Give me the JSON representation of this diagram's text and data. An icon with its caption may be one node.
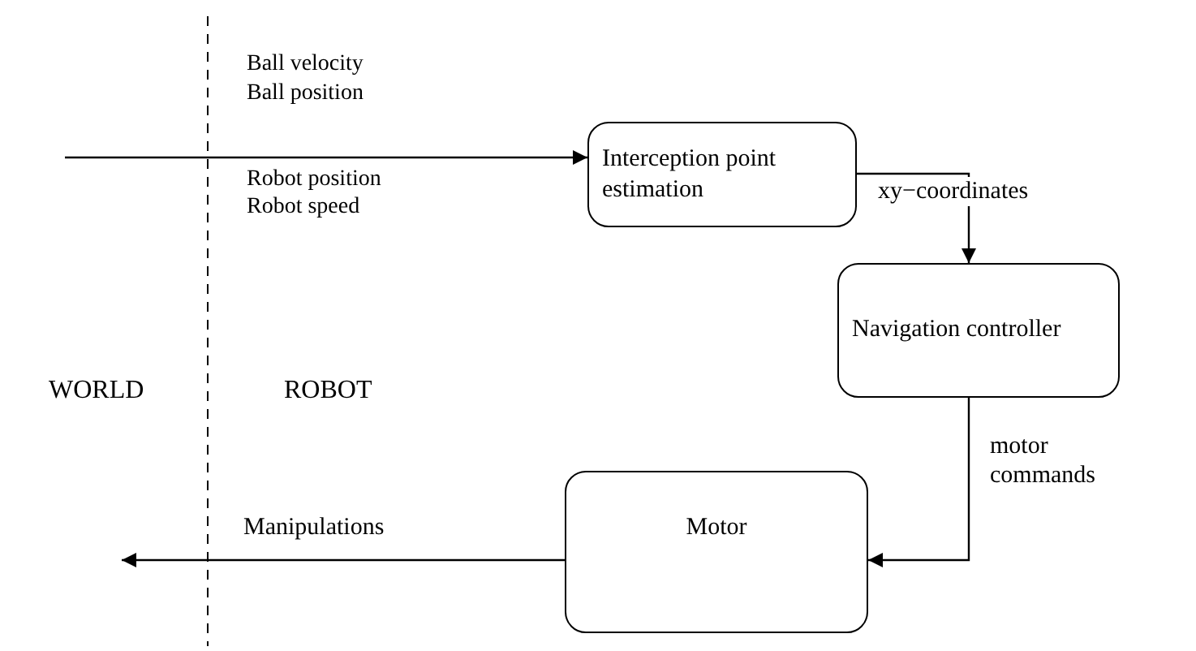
{
  "diagram": {
    "nodes": [
      {
        "text": [
          "Interception point estimation"
        ]
      },
      {
        "text": [
          "Navigation controller"
        ]
      },
      {
        "text": [
          "Motor"
        ]
      }
    ],
    "edges": [
      {
        "from": null,
        "to": 0,
        "arrow": "to"
      },
      {
        "from": 0,
        "to": 1,
        "arrow": "to",
        "label": "xy−coordinates"
      },
      {
        "from": 1,
        "to": 2,
        "arrow": "to",
        "label": "motor commands"
      },
      {
        "from": 2,
        "to": null,
        "arrow": "to",
        "label": "Manipulations"
      }
    ],
    "labels": [
      "Ball velocity",
      "Ball position",
      "Robot position",
      "Robot speed",
      "WORLD",
      "ROBOT"
    ]
  }
}
